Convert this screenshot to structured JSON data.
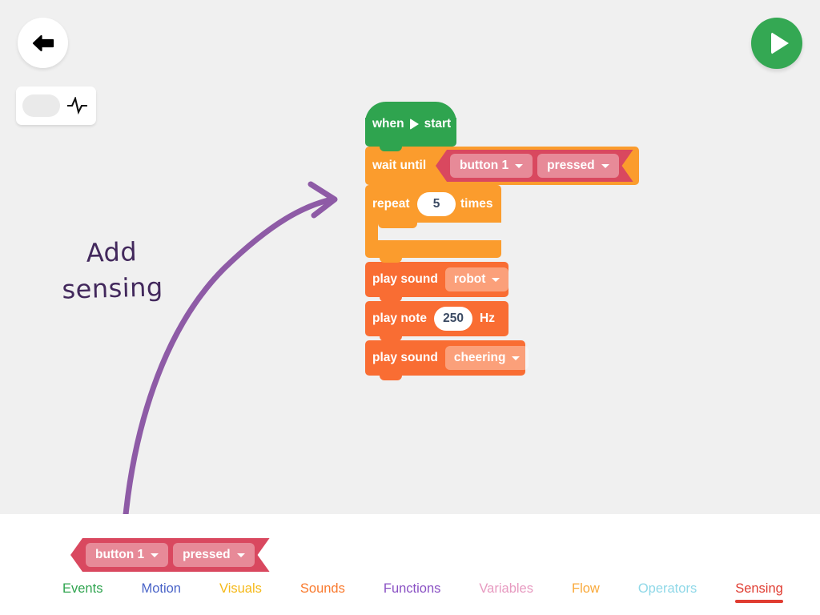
{
  "colors": {
    "canvas_bg": "#f0f0f0",
    "panel_bg": "#ffffff",
    "events_green": "#2fa44f",
    "flow_orange": "#fb9c2d",
    "sounds_orange": "#f96d33",
    "sensing_red": "#d9485f",
    "accent_active": "#e03c31",
    "annotation_purple": "#8e5ba6",
    "annotation_text": "#42285c",
    "run_green": "#34a853"
  },
  "toolbar": {
    "back_icon": "arrow-left-icon",
    "run_icon": "play-icon",
    "sensor_toggle": {
      "icon": "pulse-waveform-icon",
      "state": "off"
    }
  },
  "annotation": {
    "line1": "Add",
    "line2": "sensing",
    "arrow": "curved-arrow-icon"
  },
  "script": {
    "blocks": [
      {
        "id": "when-start",
        "type": "hat",
        "category": "events",
        "label_before": "when",
        "icon": "play-icon",
        "label_after": "start"
      },
      {
        "id": "wait-until",
        "type": "stack",
        "category": "flow",
        "label": "wait until",
        "condition": {
          "category": "sensing",
          "fields": [
            {
              "value": "button 1",
              "icon": "chevron-down-icon"
            },
            {
              "value": "pressed",
              "icon": "chevron-down-icon"
            }
          ]
        }
      },
      {
        "id": "repeat",
        "type": "c-block",
        "category": "flow",
        "label_before": "repeat",
        "value": "5",
        "label_after": "times",
        "body": "empty"
      },
      {
        "id": "play-sound-robot",
        "type": "stack",
        "category": "sounds",
        "label": "play sound",
        "field": {
          "value": "robot",
          "icon": "chevron-down-icon"
        }
      },
      {
        "id": "play-note",
        "type": "stack",
        "category": "sounds",
        "label_before": "play note",
        "value": "250",
        "label_after": "Hz"
      },
      {
        "id": "play-sound-cheering",
        "type": "stack",
        "category": "sounds",
        "label": "play sound",
        "field": {
          "value": "cheering",
          "icon": "chevron-down-icon"
        }
      }
    ]
  },
  "palette": {
    "blocks": [
      {
        "category": "sensing",
        "fields": [
          {
            "value": "button 1",
            "icon": "chevron-down-icon"
          },
          {
            "value": "pressed",
            "icon": "chevron-down-icon"
          }
        ]
      }
    ],
    "tabs": [
      {
        "label": "Events",
        "color": "#2fa44f",
        "active": false
      },
      {
        "label": "Motion",
        "color": "#4a64c8",
        "active": false
      },
      {
        "label": "Visuals",
        "color": "#f5b919",
        "active": false
      },
      {
        "label": "Sounds",
        "color": "#f97a2e",
        "active": false
      },
      {
        "label": "Functions",
        "color": "#8a51c4",
        "active": false
      },
      {
        "label": "Variables",
        "color": "#e79ac0",
        "active": false
      },
      {
        "label": "Flow",
        "color": "#f9a93a",
        "active": false
      },
      {
        "label": "Operators",
        "color": "#8fd8e8",
        "active": false
      },
      {
        "label": "Sensing",
        "color": "#e03c31",
        "active": true
      }
    ]
  }
}
